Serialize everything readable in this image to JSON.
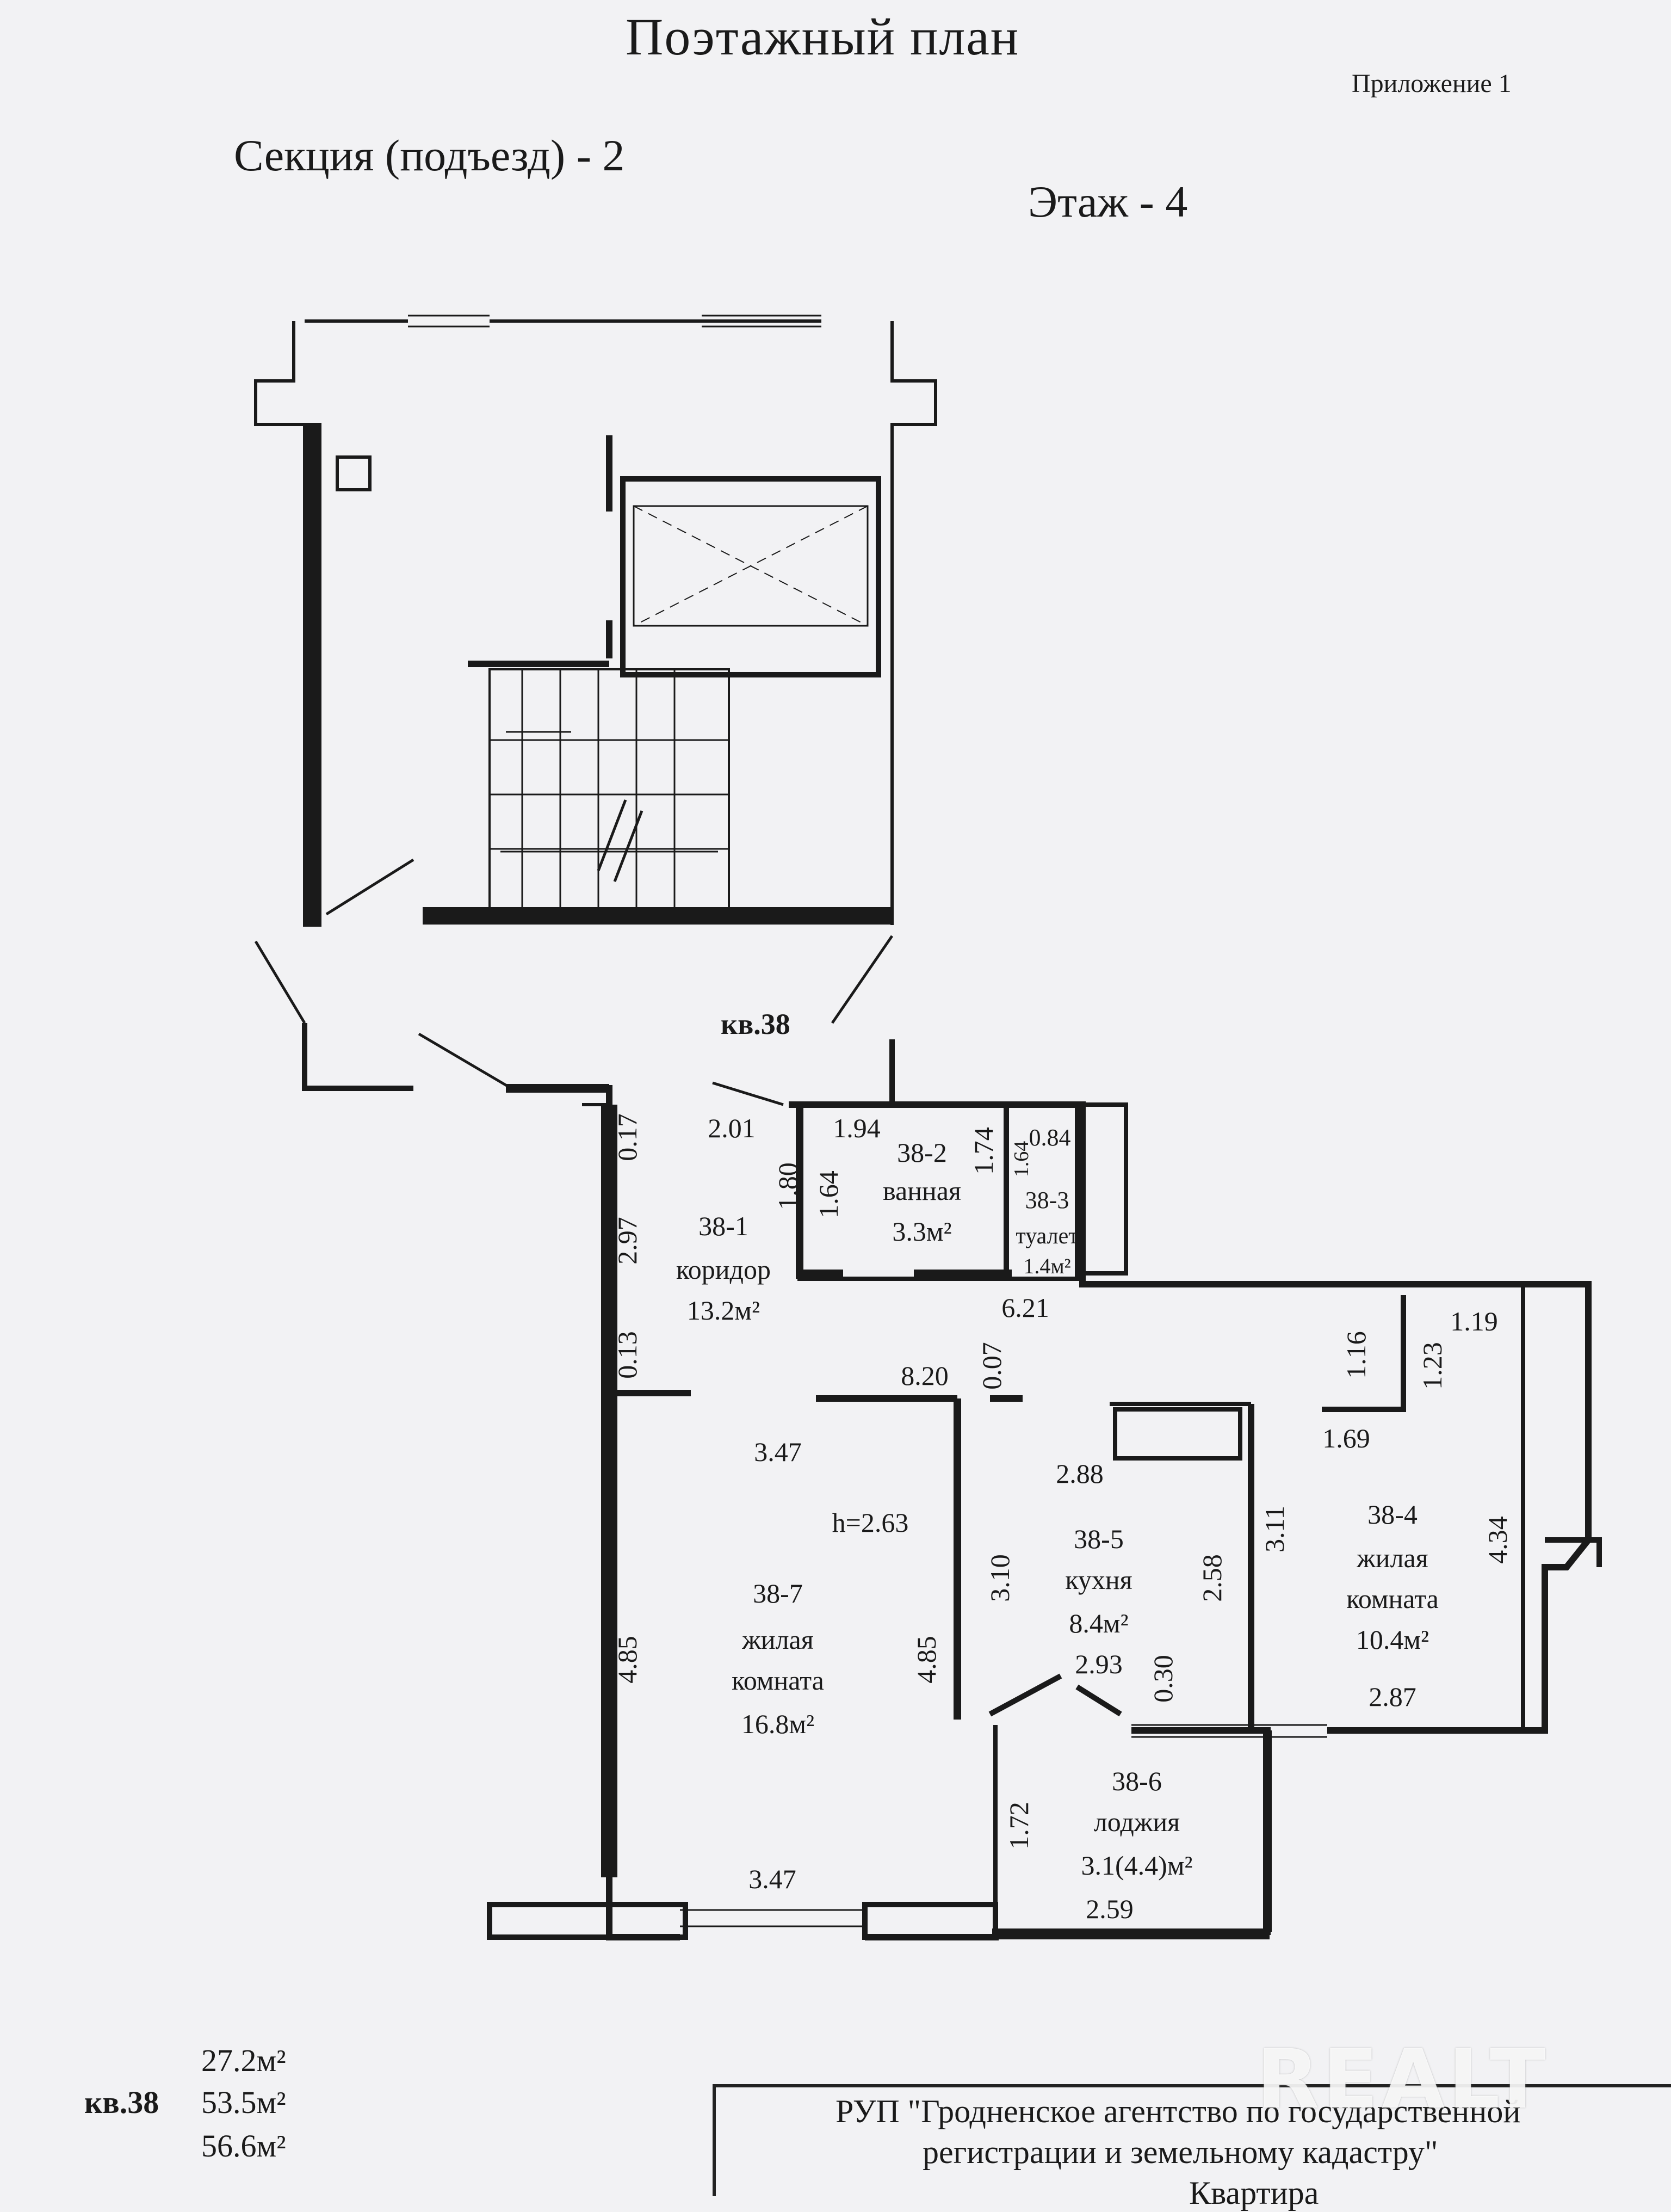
{
  "header": {
    "title": "Поэтажный план",
    "appendix": "Приложение 1",
    "section": "Секция (подъезд) - 2",
    "floor": "Этаж  - 4"
  },
  "apartment_label": "кв.38",
  "rooms": {
    "r1": {
      "id": "38-1",
      "name": "коридор",
      "area": "13.2м²"
    },
    "r2": {
      "id": "38-2",
      "name": "ванная",
      "area": "3.3м²"
    },
    "r3": {
      "id": "38-3",
      "name": "туалет",
      "area": "1.4м²"
    },
    "r4": {
      "id": "38-4",
      "name1": "жилая",
      "name2": "комната",
      "area": "10.4м²"
    },
    "r5": {
      "id": "38-5",
      "name": "кухня",
      "area": "8.4м²"
    },
    "r6": {
      "id": "38-6",
      "name": "лоджия",
      "area": "3.1(4.4)м²"
    },
    "r7": {
      "id": "38-7",
      "name1": "жилая",
      "name2": "комната",
      "area": "16.8м²"
    }
  },
  "dimensions": {
    "d201": "2.01",
    "d017": "0.17",
    "d297": "2.97",
    "d180": "1.80",
    "d164a": "1.64",
    "d194": "1.94",
    "d174": "1.74",
    "d164b": "1.64",
    "d084": "0.84",
    "d621": "6.21",
    "d013": "0.13",
    "d820": "8.20",
    "d007": "0.07",
    "d116": "1.16",
    "d123": "1.23",
    "d119": "1.19",
    "d169": "1.69",
    "d347a": "3.47",
    "d288": "2.88",
    "h": "h=2.63",
    "d311": "3.11",
    "d434": "4.34",
    "d310": "3.10",
    "d258": "2.58",
    "d485a": "4.85",
    "d485b": "4.85",
    "d293": "2.93",
    "d030": "0.30",
    "d287": "2.87",
    "d172": "1.72",
    "d347b": "3.47",
    "d259": "2.59"
  },
  "totals": {
    "apartment": "кв.38",
    "living": "27.2м²",
    "total": "53.5м²",
    "total_with_loggia": "56.6м²"
  },
  "footer": {
    "line1": "РУП \"Гродненское агентство по государственной",
    "line2": "регистрации  и земельному кадастру\"",
    "line3": "Квартира"
  },
  "watermark": "REALT"
}
